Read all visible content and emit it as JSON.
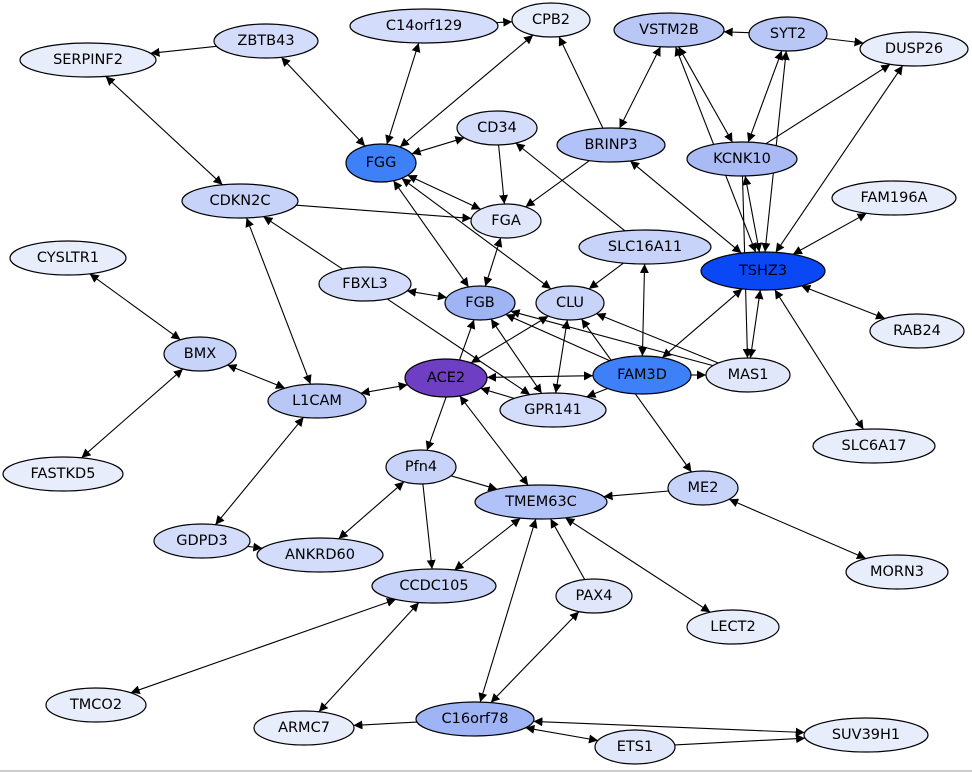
{
  "nodes": [
    {
      "id": "ZBTB43",
      "label": "ZBTB43",
      "color": "#d3dcfa"
    },
    {
      "id": "C14orf129",
      "label": "C14orf129",
      "color": "#d3dcfa"
    },
    {
      "id": "CPB2",
      "label": "CPB2",
      "color": "#e8edfc"
    },
    {
      "id": "VSTM2B",
      "label": "VSTM2B",
      "color": "#b9c7f7"
    },
    {
      "id": "SYT2",
      "label": "SYT2",
      "color": "#b9c7f7"
    },
    {
      "id": "DUSP26",
      "label": "DUSP26",
      "color": "#e8edfc"
    },
    {
      "id": "SERPINF2",
      "label": "SERPINF2",
      "color": "#e8edfc"
    },
    {
      "id": "CD34",
      "label": "CD34",
      "color": "#d3dcfa"
    },
    {
      "id": "BRINP3",
      "label": "BRINP3",
      "color": "#b0c2f8"
    },
    {
      "id": "FGG",
      "label": "FGG",
      "color": "#3d80f7"
    },
    {
      "id": "KCNK10",
      "label": "KCNK10",
      "color": "#a9baf5"
    },
    {
      "id": "CDKN2C",
      "label": "CDKN2C",
      "color": "#c7d3f8"
    },
    {
      "id": "FGA",
      "label": "FGA",
      "color": "#e0e7fb"
    },
    {
      "id": "FAM196A",
      "label": "FAM196A",
      "color": "#e8edfc"
    },
    {
      "id": "CYSLTR1",
      "label": "CYSLTR1",
      "color": "#e8edfc"
    },
    {
      "id": "SLC16A11",
      "label": "SLC16A11",
      "color": "#c7d3f8"
    },
    {
      "id": "TSHZ3",
      "label": "TSHZ3",
      "color": "#0a47f5"
    },
    {
      "id": "FBXL3",
      "label": "FBXL3",
      "color": "#d3dcfa"
    },
    {
      "id": "FGB",
      "label": "FGB",
      "color": "#9fb4f5"
    },
    {
      "id": "CLU",
      "label": "CLU",
      "color": "#c7d3f8"
    },
    {
      "id": "RAB24",
      "label": "RAB24",
      "color": "#e8edfc"
    },
    {
      "id": "BMX",
      "label": "BMX",
      "color": "#c7d3f8"
    },
    {
      "id": "ACE2",
      "label": "ACE2",
      "color": "#6e3fc2"
    },
    {
      "id": "FAM3D",
      "label": "FAM3D",
      "color": "#3d80f7"
    },
    {
      "id": "MAS1",
      "label": "MAS1",
      "color": "#e0e7fb"
    },
    {
      "id": "L1CAM",
      "label": "L1CAM",
      "color": "#b9c7f7"
    },
    {
      "id": "GPR141",
      "label": "GPR141",
      "color": "#d3dcfa"
    },
    {
      "id": "SLC6A17",
      "label": "SLC6A17",
      "color": "#e8edfc"
    },
    {
      "id": "FASTKD5",
      "label": "FASTKD5",
      "color": "#e8edfc"
    },
    {
      "id": "Pfn4",
      "label": "Pfn4",
      "color": "#c7d3f8"
    },
    {
      "id": "ME2",
      "label": "ME2",
      "color": "#c7d3f8"
    },
    {
      "id": "TMEM63C",
      "label": "TMEM63C",
      "color": "#b0c2f8"
    },
    {
      "id": "GDPD3",
      "label": "GDPD3",
      "color": "#d3dcfa"
    },
    {
      "id": "ANKRD60",
      "label": "ANKRD60",
      "color": "#d3dcfa"
    },
    {
      "id": "MORN3",
      "label": "MORN3",
      "color": "#e8edfc"
    },
    {
      "id": "CCDC105",
      "label": "CCDC105",
      "color": "#c7d3f8"
    },
    {
      "id": "PAX4",
      "label": "PAX4",
      "color": "#e0e7fb"
    },
    {
      "id": "LECT2",
      "label": "LECT2",
      "color": "#e8edfc"
    },
    {
      "id": "TMCO2",
      "label": "TMCO2",
      "color": "#e8edfc"
    },
    {
      "id": "ARMC7",
      "label": "ARMC7",
      "color": "#e8edfc"
    },
    {
      "id": "C16orf78",
      "label": "C16orf78",
      "color": "#9fb4f5"
    },
    {
      "id": "ETS1",
      "label": "ETS1",
      "color": "#e0e7fb"
    },
    {
      "id": "SUV39H1",
      "label": "SUV39H1",
      "color": "#e8edfc"
    }
  ],
  "edges": [
    {
      "from": "ZBTB43",
      "to": "SERPINF2",
      "dir": "forward"
    },
    {
      "from": "ZBTB43",
      "to": "FGG",
      "dir": "both"
    },
    {
      "from": "C14orf129",
      "to": "CPB2",
      "dir": "forward"
    },
    {
      "from": "C14orf129",
      "to": "FGG",
      "dir": "both"
    },
    {
      "from": "FGG",
      "to": "CPB2",
      "dir": "both"
    },
    {
      "from": "BRINP3",
      "to": "CPB2",
      "dir": "forward"
    },
    {
      "from": "SYT2",
      "to": "VSTM2B",
      "dir": "forward"
    },
    {
      "from": "SYT2",
      "to": "DUSP26",
      "dir": "forward"
    },
    {
      "from": "VSTM2B",
      "to": "BRINP3",
      "dir": "both"
    },
    {
      "from": "VSTM2B",
      "to": "KCNK10",
      "dir": "both"
    },
    {
      "from": "VSTM2B",
      "to": "TSHZ3",
      "dir": "both"
    },
    {
      "from": "SYT2",
      "to": "KCNK10",
      "dir": "both"
    },
    {
      "from": "SYT2",
      "to": "TSHZ3",
      "dir": "both"
    },
    {
      "from": "KCNK10",
      "to": "DUSP26",
      "dir": "forward"
    },
    {
      "from": "TSHZ3",
      "to": "DUSP26",
      "dir": "both"
    },
    {
      "from": "SERPINF2",
      "to": "CDKN2C",
      "dir": "both"
    },
    {
      "from": "CD34",
      "to": "FGG",
      "dir": "both"
    },
    {
      "from": "CD34",
      "to": "FGA",
      "dir": "forward"
    },
    {
      "from": "BRINP3",
      "to": "FGA",
      "dir": "forward"
    },
    {
      "from": "BRINP3",
      "to": "TSHZ3",
      "dir": "both"
    },
    {
      "from": "FGG",
      "to": "FGA",
      "dir": "both"
    },
    {
      "from": "FGG",
      "to": "FGB",
      "dir": "both"
    },
    {
      "from": "FGG",
      "to": "CLU",
      "dir": "both"
    },
    {
      "from": "KCNK10",
      "to": "TSHZ3",
      "dir": "both"
    },
    {
      "from": "KCNK10",
      "to": "MAS1",
      "dir": "forward"
    },
    {
      "from": "CDKN2C",
      "to": "FGA",
      "dir": "forward"
    },
    {
      "from": "CDKN2C",
      "to": "L1CAM",
      "dir": "both"
    },
    {
      "from": "FBXL3",
      "to": "CDKN2C",
      "dir": "forward"
    },
    {
      "from": "FGA",
      "to": "FGB",
      "dir": "both"
    },
    {
      "from": "FAM196A",
      "to": "TSHZ3",
      "dir": "both"
    },
    {
      "from": "CYSLTR1",
      "to": "BMX",
      "dir": "both"
    },
    {
      "from": "SLC16A11",
      "to": "CD34",
      "dir": "forward"
    },
    {
      "from": "SLC16A11",
      "to": "CLU",
      "dir": "forward"
    },
    {
      "from": "SLC16A11",
      "to": "FAM3D",
      "dir": "both"
    },
    {
      "from": "TSHZ3",
      "to": "FAM3D",
      "dir": "both"
    },
    {
      "from": "TSHZ3",
      "to": "MAS1",
      "dir": "both"
    },
    {
      "from": "TSHZ3",
      "to": "RAB24",
      "dir": "both"
    },
    {
      "from": "TSHZ3",
      "to": "SLC6A17",
      "dir": "both"
    },
    {
      "from": "FBXL3",
      "to": "FGB",
      "dir": "both"
    },
    {
      "from": "FBXL3",
      "to": "GPR141",
      "dir": "forward"
    },
    {
      "from": "FGB",
      "to": "GPR141",
      "dir": "both"
    },
    {
      "from": "FGB",
      "to": "Pfn4",
      "dir": "both"
    },
    {
      "from": "MAS1",
      "to": "FGB",
      "dir": "forward"
    },
    {
      "from": "FAM3D",
      "to": "FGB",
      "dir": "forward"
    },
    {
      "from": "CLU",
      "to": "ACE2",
      "dir": "both"
    },
    {
      "from": "CLU",
      "to": "GPR141",
      "dir": "both"
    },
    {
      "from": "CLU",
      "to": "ME2",
      "dir": "both"
    },
    {
      "from": "MAS1",
      "to": "CLU",
      "dir": "forward"
    },
    {
      "from": "BMX",
      "to": "L1CAM",
      "dir": "both"
    },
    {
      "from": "BMX",
      "to": "FASTKD5",
      "dir": "both"
    },
    {
      "from": "ACE2",
      "to": "L1CAM",
      "dir": "both"
    },
    {
      "from": "ACE2",
      "to": "FAM3D",
      "dir": "both"
    },
    {
      "from": "ACE2",
      "to": "TMEM63C",
      "dir": "both"
    },
    {
      "from": "FAM3D",
      "to": "MAS1",
      "dir": "forward"
    },
    {
      "from": "FAM3D",
      "to": "GPR141",
      "dir": "forward"
    },
    {
      "from": "GPR141",
      "to": "ACE2",
      "dir": "forward"
    },
    {
      "from": "L1CAM",
      "to": "GDPD3",
      "dir": "both"
    },
    {
      "from": "Pfn4",
      "to": "TMEM63C",
      "dir": "forward"
    },
    {
      "from": "Pfn4",
      "to": "ANKRD60",
      "dir": "both"
    },
    {
      "from": "Pfn4",
      "to": "CCDC105",
      "dir": "forward"
    },
    {
      "from": "ME2",
      "to": "TMEM63C",
      "dir": "forward"
    },
    {
      "from": "ME2",
      "to": "MORN3",
      "dir": "both"
    },
    {
      "from": "GDPD3",
      "to": "ANKRD60",
      "dir": "forward"
    },
    {
      "from": "TMEM63C",
      "to": "CCDC105",
      "dir": "both"
    },
    {
      "from": "PAX4",
      "to": "TMEM63C",
      "dir": "forward"
    },
    {
      "from": "TMEM63C",
      "to": "LECT2",
      "dir": "both"
    },
    {
      "from": "TMEM63C",
      "to": "C16orf78",
      "dir": "both"
    },
    {
      "from": "CCDC105",
      "to": "TMCO2",
      "dir": "both"
    },
    {
      "from": "CCDC105",
      "to": "ARMC7",
      "dir": "both"
    },
    {
      "from": "PAX4",
      "to": "C16orf78",
      "dir": "both"
    },
    {
      "from": "C16orf78",
      "to": "ARMC7",
      "dir": "forward"
    },
    {
      "from": "C16orf78",
      "to": "ETS1",
      "dir": "both"
    },
    {
      "from": "C16orf78",
      "to": "SUV39H1",
      "dir": "both"
    },
    {
      "from": "ETS1",
      "to": "SUV39H1",
      "dir": "forward"
    }
  ]
}
